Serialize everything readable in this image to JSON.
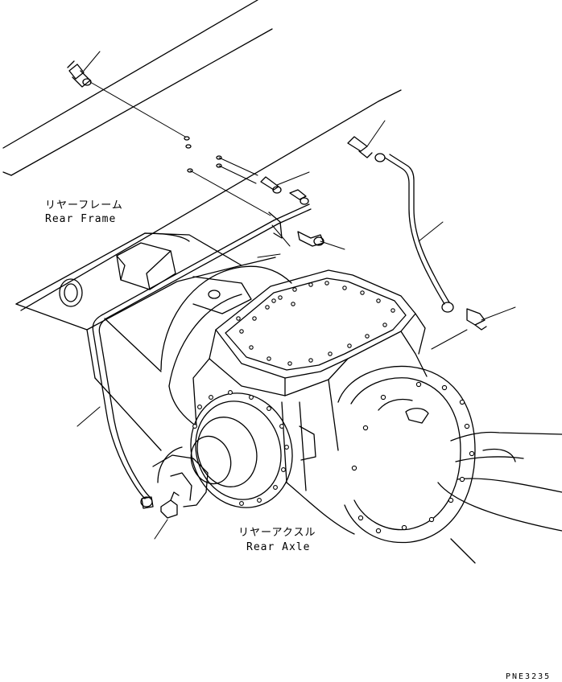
{
  "labels": {
    "rear_frame_jp": "リヤーフレーム",
    "rear_frame_en": "Rear Frame",
    "rear_axle_jp": "リヤーアクスル",
    "rear_axle_en": "Rear Axle"
  },
  "drawing_code": "PNE3235"
}
